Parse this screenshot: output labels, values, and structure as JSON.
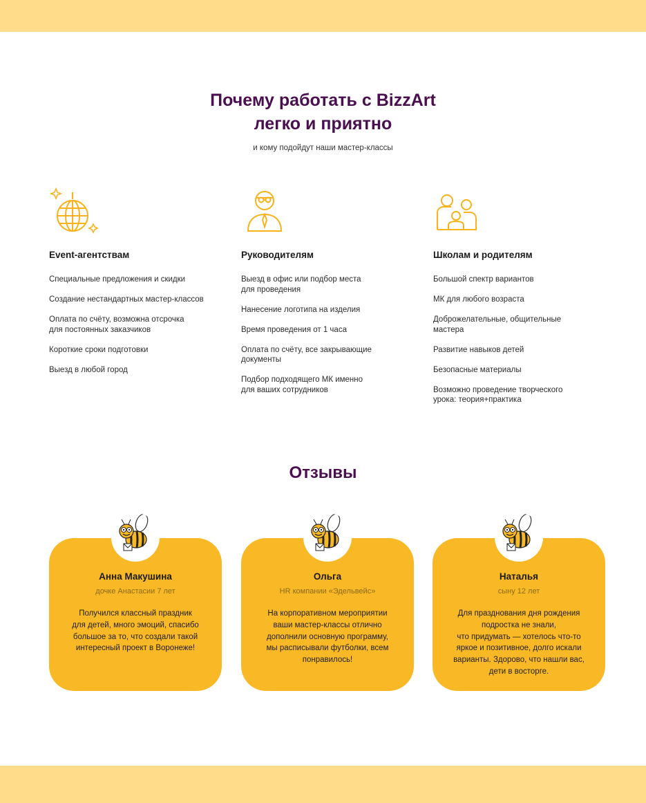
{
  "colors": {
    "band": "#fedc8a",
    "accent": "#f9b927",
    "heading": "#4a0f4f",
    "icon": "#f7b21c"
  },
  "header": {
    "title_line1": "Почему работать с BizzArt",
    "title_line2": "легко и приятно",
    "subtitle": "и кому подойдут наши мастер-классы"
  },
  "audiences": [
    {
      "icon": "disco-ball-icon",
      "heading": "Event-агентствам",
      "items": [
        "Специальные предложения и скидки",
        "Создание нестандартных мастер-классов",
        "Оплата по счёту, возможна отсрочка\nдля постоянных заказчиков",
        "Короткие сроки подготовки",
        "Выезд в любой город"
      ]
    },
    {
      "icon": "manager-icon",
      "heading": "Руководителям",
      "items": [
        "Выезд в офис или подбор места\nдля проведения",
        "Нанесение логотипа на изделия",
        "Время проведения от 1 часа",
        "Оплата по счёту, все закрывающие\nдокументы",
        "Подбор подходящего МК именно\nдля ваших сотрудников"
      ]
    },
    {
      "icon": "school-family-icon",
      "heading": "Школам и родителям",
      "items": [
        "Большой спектр вариантов",
        "МК для любого возраста",
        "Доброжелательные, общительные\nмастера",
        "Развитие навыков детей",
        "Безопасные материалы",
        "Возможно проведение творческого\nурока: теория+практика"
      ]
    }
  ],
  "reviews": {
    "title": "Отзывы",
    "items": [
      {
        "avatar": "bee-avatar-icon",
        "name": "Анна Макушина",
        "relation": "дочке Анастасии 7 лет",
        "text": "Получился классный праздник\nдля детей, много эмоций, спасибо\nбольшое за то, что создали такой\nинтересный проект в Воронеже!"
      },
      {
        "avatar": "bee-avatar-icon",
        "name": "Ольга",
        "relation": "HR компании «Эдельвейс»",
        "text": "На корпоративном мероприятии\nваши мастер-классы отлично\nдополнили основную программу,\nмы расписывали футболки, всем\nпонравилось!"
      },
      {
        "avatar": "bee-avatar-icon",
        "name": "Наталья",
        "relation": "сыну 12 лет",
        "text": "Для празднования дня рождения\nподростка не знали,\nчто придумать — хотелось что-то\nяркое и позитивное, долго искали\nварианты. Здорово, что нашли вас,\nдети в восторге."
      }
    ]
  }
}
